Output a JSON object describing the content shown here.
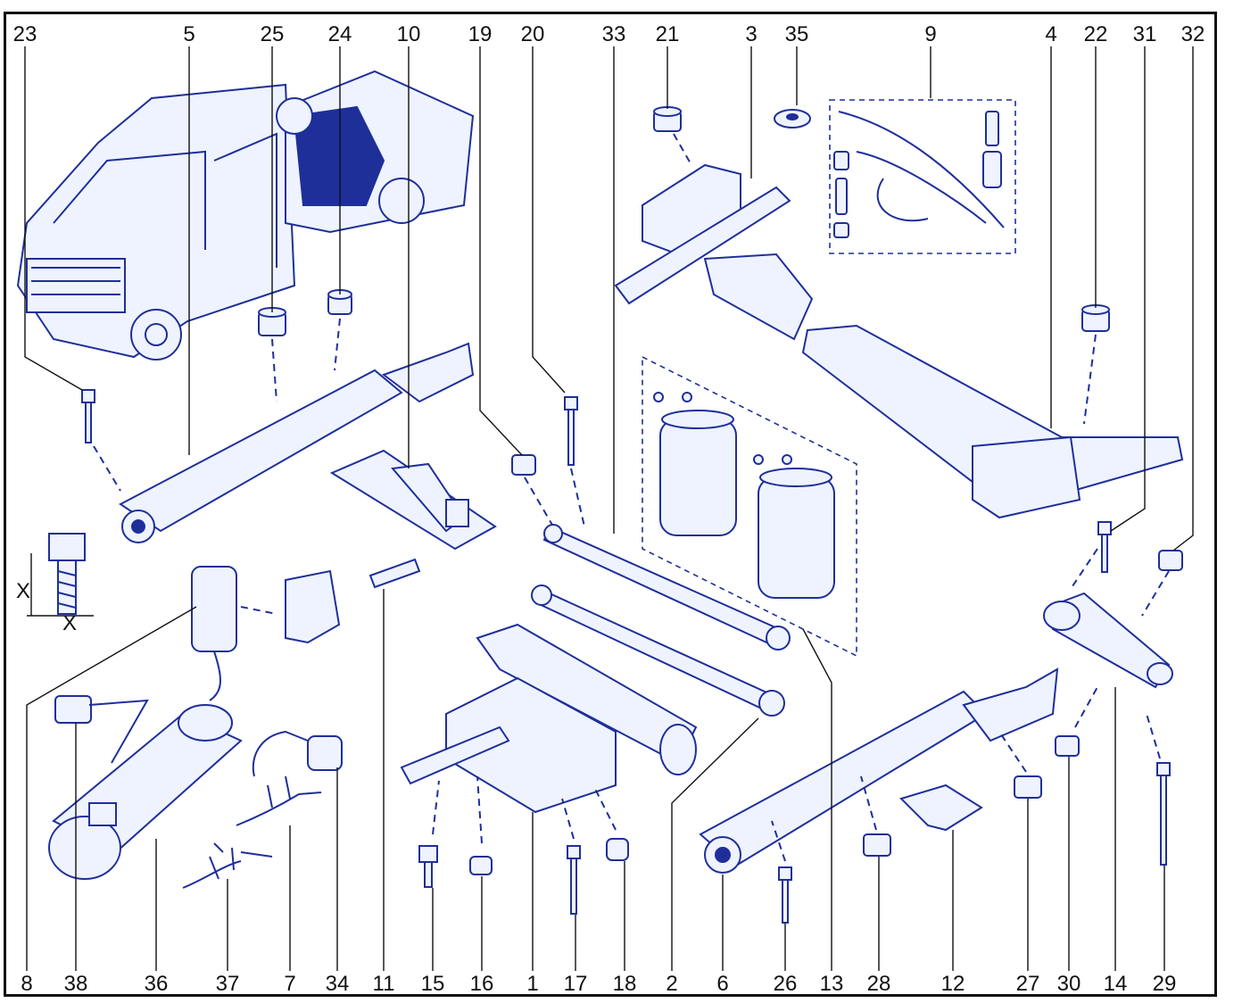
{
  "diagram": {
    "callout_numbers": {
      "top": [
        "23",
        "5",
        "25",
        "24",
        "10",
        "19",
        "20",
        "33",
        "21",
        "3",
        "35",
        "9",
        "4",
        "22",
        "31",
        "32"
      ],
      "bottom": [
        "8",
        "38",
        "36",
        "37",
        "7",
        "34",
        "11",
        "15",
        "16",
        "1",
        "17",
        "18",
        "2",
        "6",
        "26",
        "13",
        "28",
        "12",
        "27",
        "30",
        "14",
        "29"
      ]
    },
    "dimension_labels": [
      "X",
      "X"
    ]
  }
}
